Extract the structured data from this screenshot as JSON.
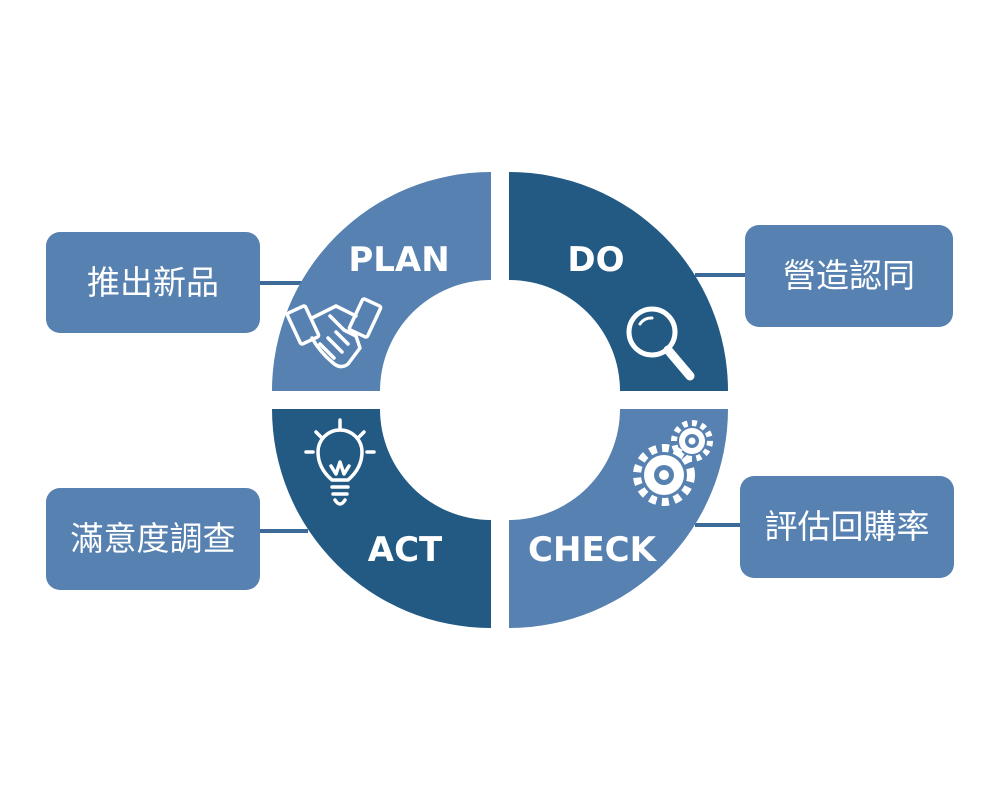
{
  "cycle": {
    "plan": {
      "label": "PLAN",
      "note": "推出新品",
      "icon": "handshake-icon"
    },
    "do": {
      "label": "DO",
      "note": "營造認同",
      "icon": "magnifier-icon"
    },
    "check": {
      "label": "CHECK",
      "note": "評估回購率",
      "icon": "gears-icon"
    },
    "act": {
      "label": "ACT",
      "note": "滿意度調查",
      "icon": "lightbulb-icon"
    }
  },
  "colors": {
    "light_blue": "#5781b0",
    "dark_blue": "#235a84",
    "connector": "#3d6a96"
  }
}
